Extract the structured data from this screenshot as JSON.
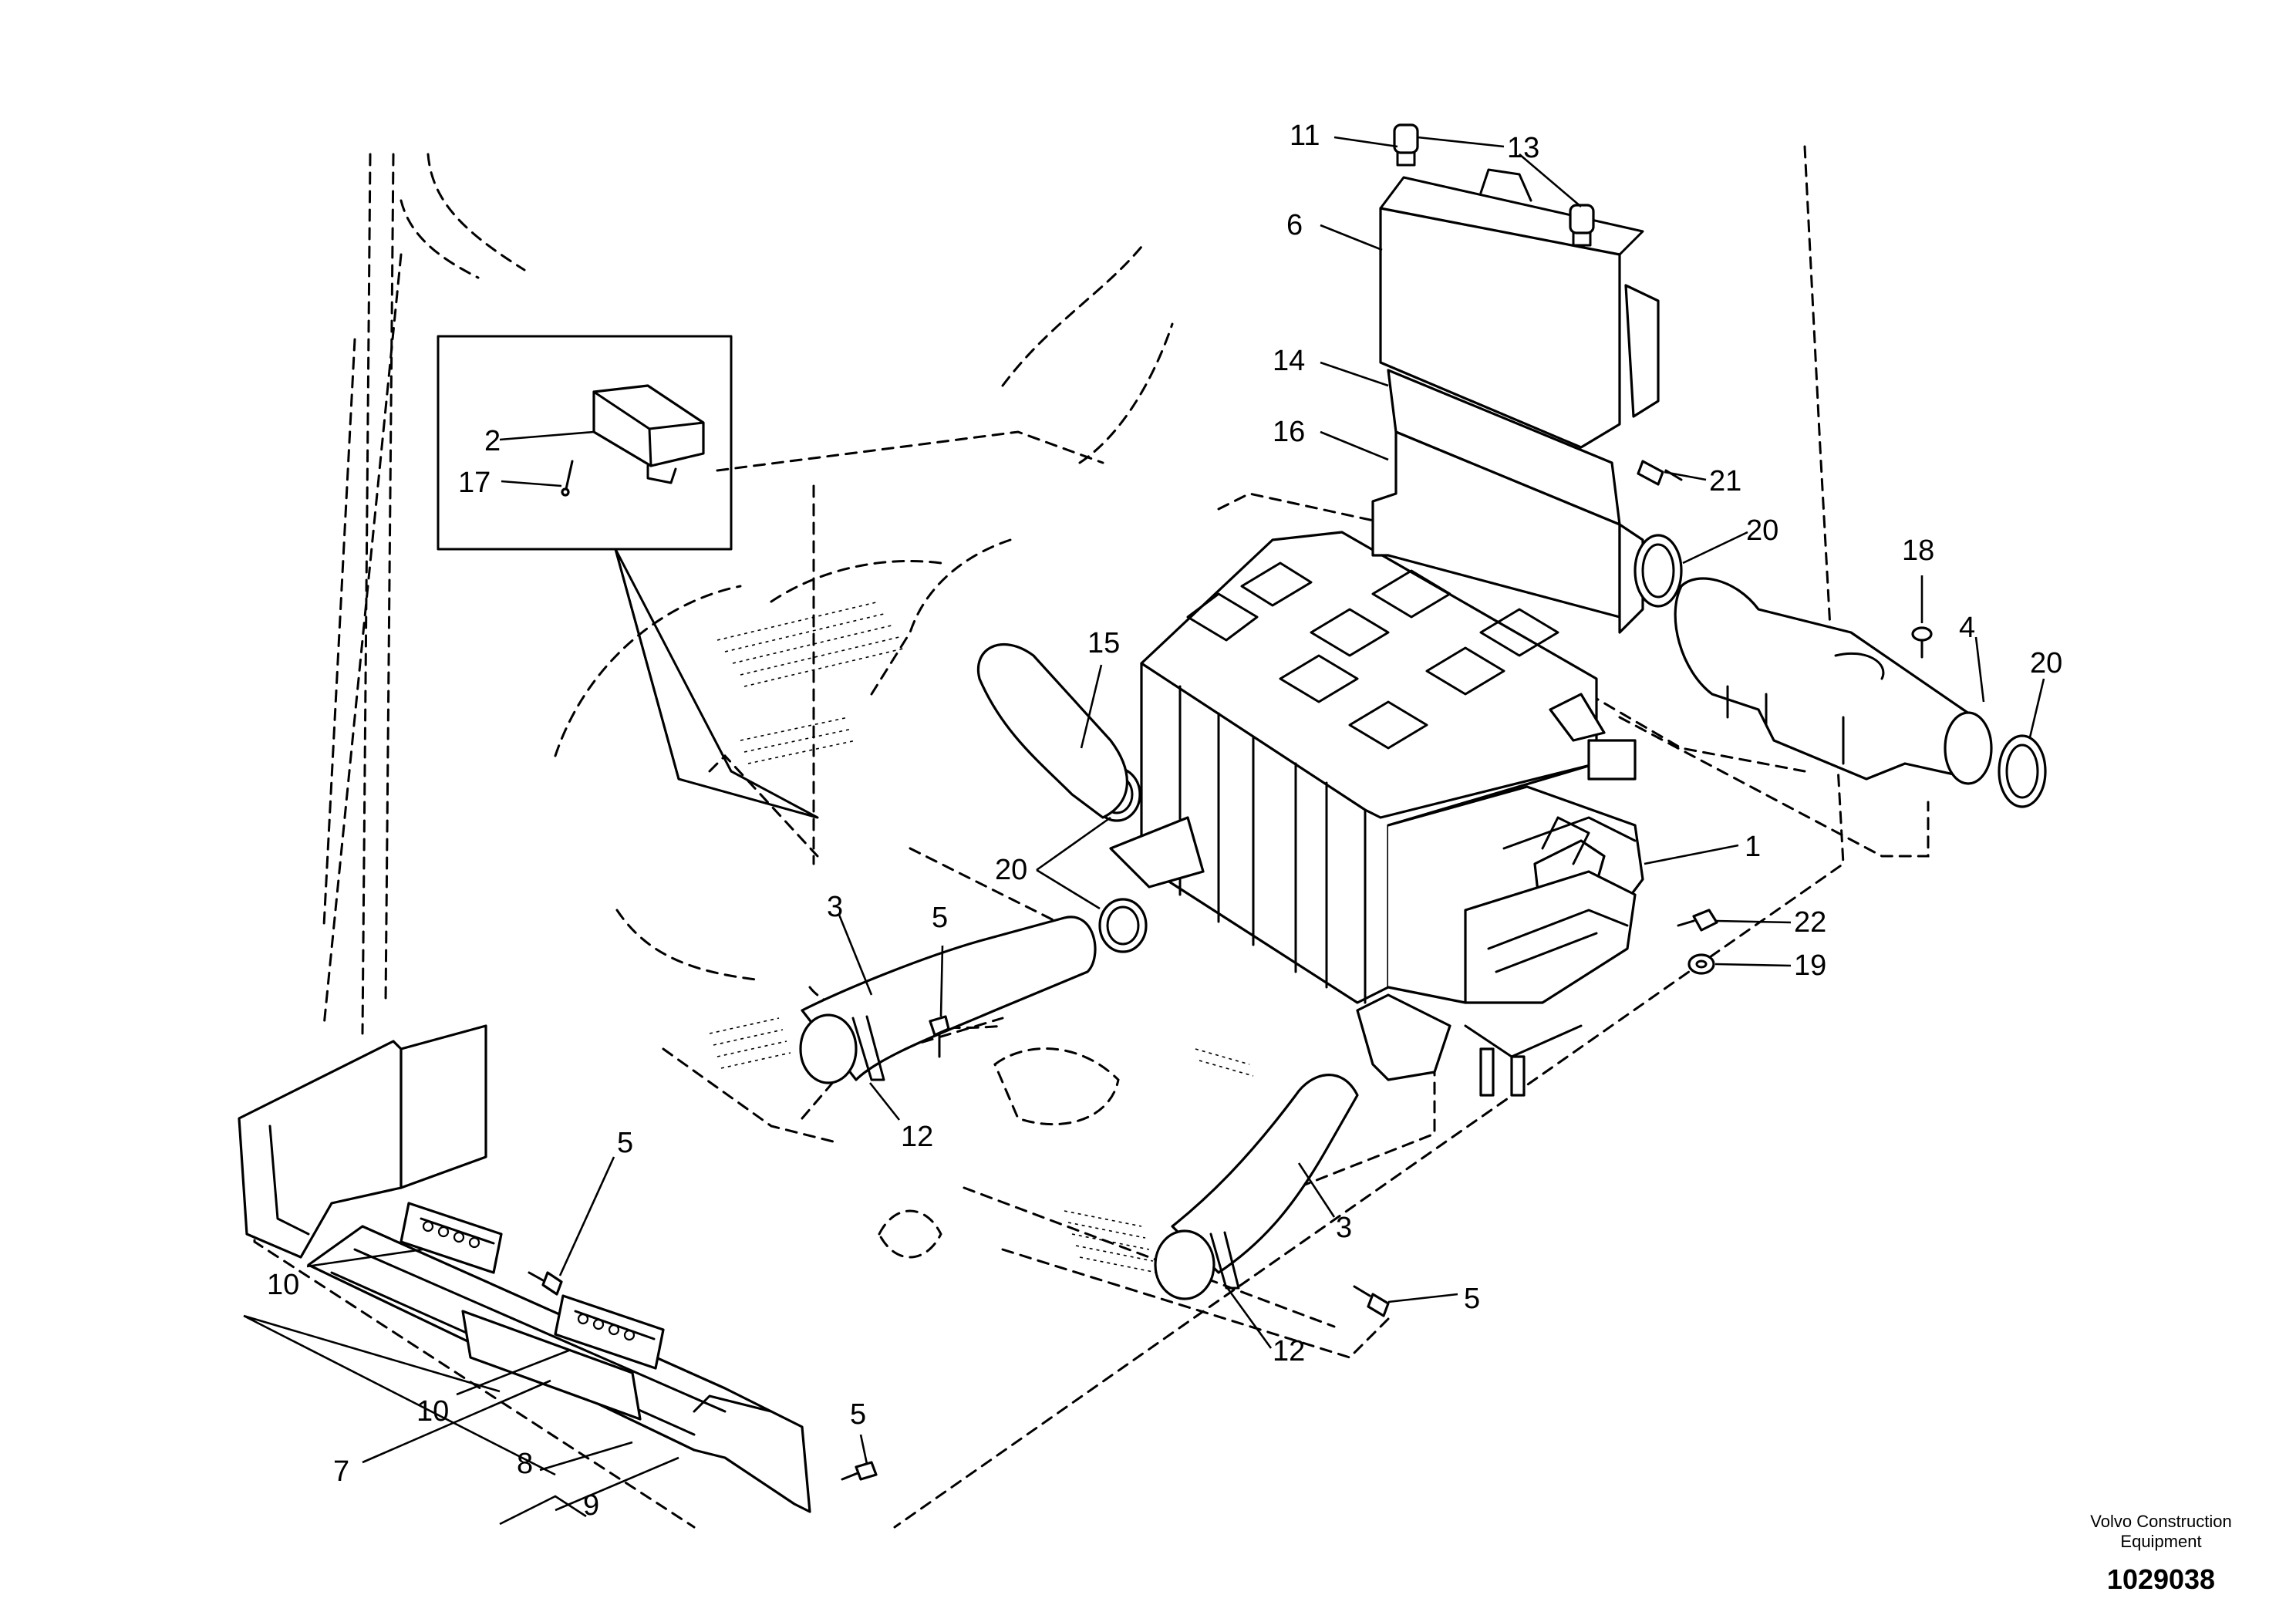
{
  "diagram": {
    "callouts": {
      "c1": "1",
      "c2": "2",
      "c3a": "3",
      "c3b": "3",
      "c4": "4",
      "c5a": "5",
      "c5b": "5",
      "c5c": "5",
      "c5d": "5",
      "c6": "6",
      "c7": "7",
      "c8": "8",
      "c9": "9",
      "c10a": "10",
      "c10b": "10",
      "c11": "11",
      "c12a": "12",
      "c12b": "12",
      "c13": "13",
      "c14": "14",
      "c15": "15",
      "c16": "16",
      "c17": "17",
      "c18": "18",
      "c19": "19",
      "c20a": "20",
      "c20b": "20",
      "c20c": "20",
      "c21": "21",
      "c22": "22"
    }
  },
  "footer": {
    "publisher_line1": "Volvo Construction",
    "publisher_line2": "Equipment",
    "drawing_number": "1029038"
  }
}
